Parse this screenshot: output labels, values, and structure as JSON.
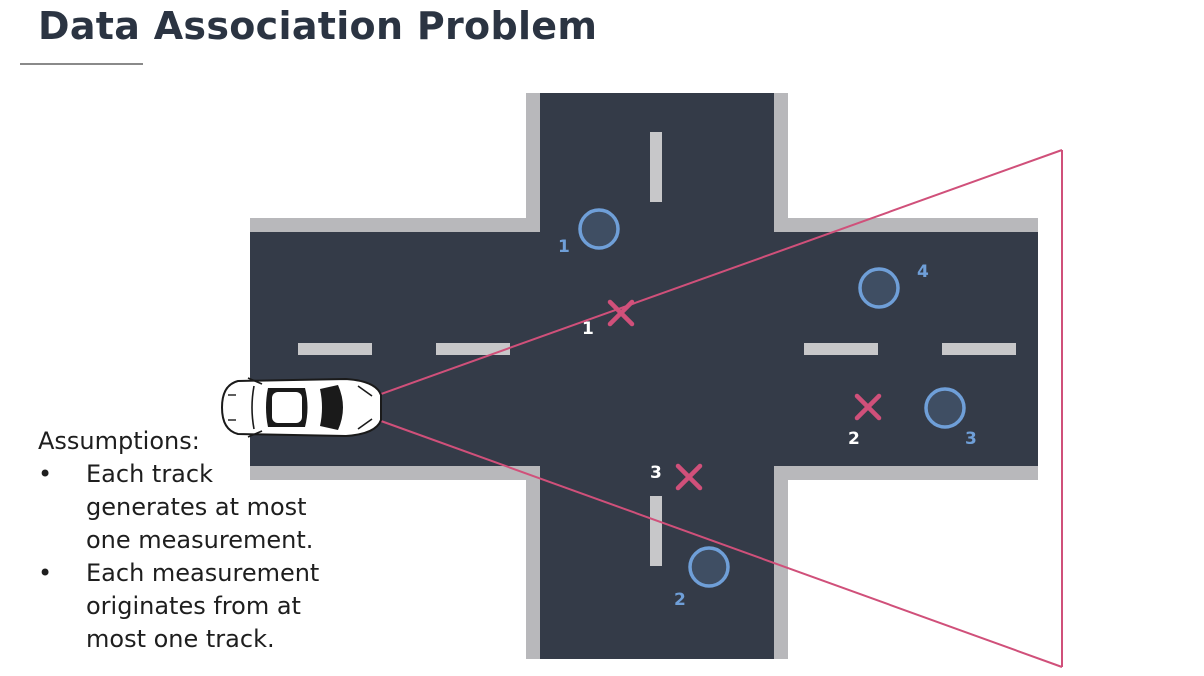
{
  "title": "Data Association Problem",
  "assumptions": {
    "heading": "Assumptions:",
    "bullet_symbol": "•",
    "items": [
      {
        "lines": [
          "Each track",
          "generates at most",
          "one measurement."
        ]
      },
      {
        "lines": [
          "Each measurement",
          "originates from at",
          "most one track."
        ]
      }
    ]
  },
  "tracks": [
    {
      "label": "1"
    },
    {
      "label": "2"
    },
    {
      "label": "3"
    },
    {
      "label": "4"
    }
  ],
  "measurements": [
    {
      "label": "1"
    },
    {
      "label": "2"
    },
    {
      "label": "3"
    }
  ],
  "colors": {
    "road": "#343b48",
    "curb": "#b8b8bb",
    "lane_marking": "#c7c7c9",
    "track": "#6f9fd8",
    "measurement": "#d0507a",
    "sensor_fov": "#d0507a",
    "title": "#2b3442"
  },
  "icons": [
    "car-icon",
    "track-circle-icon",
    "measurement-x-icon"
  ]
}
